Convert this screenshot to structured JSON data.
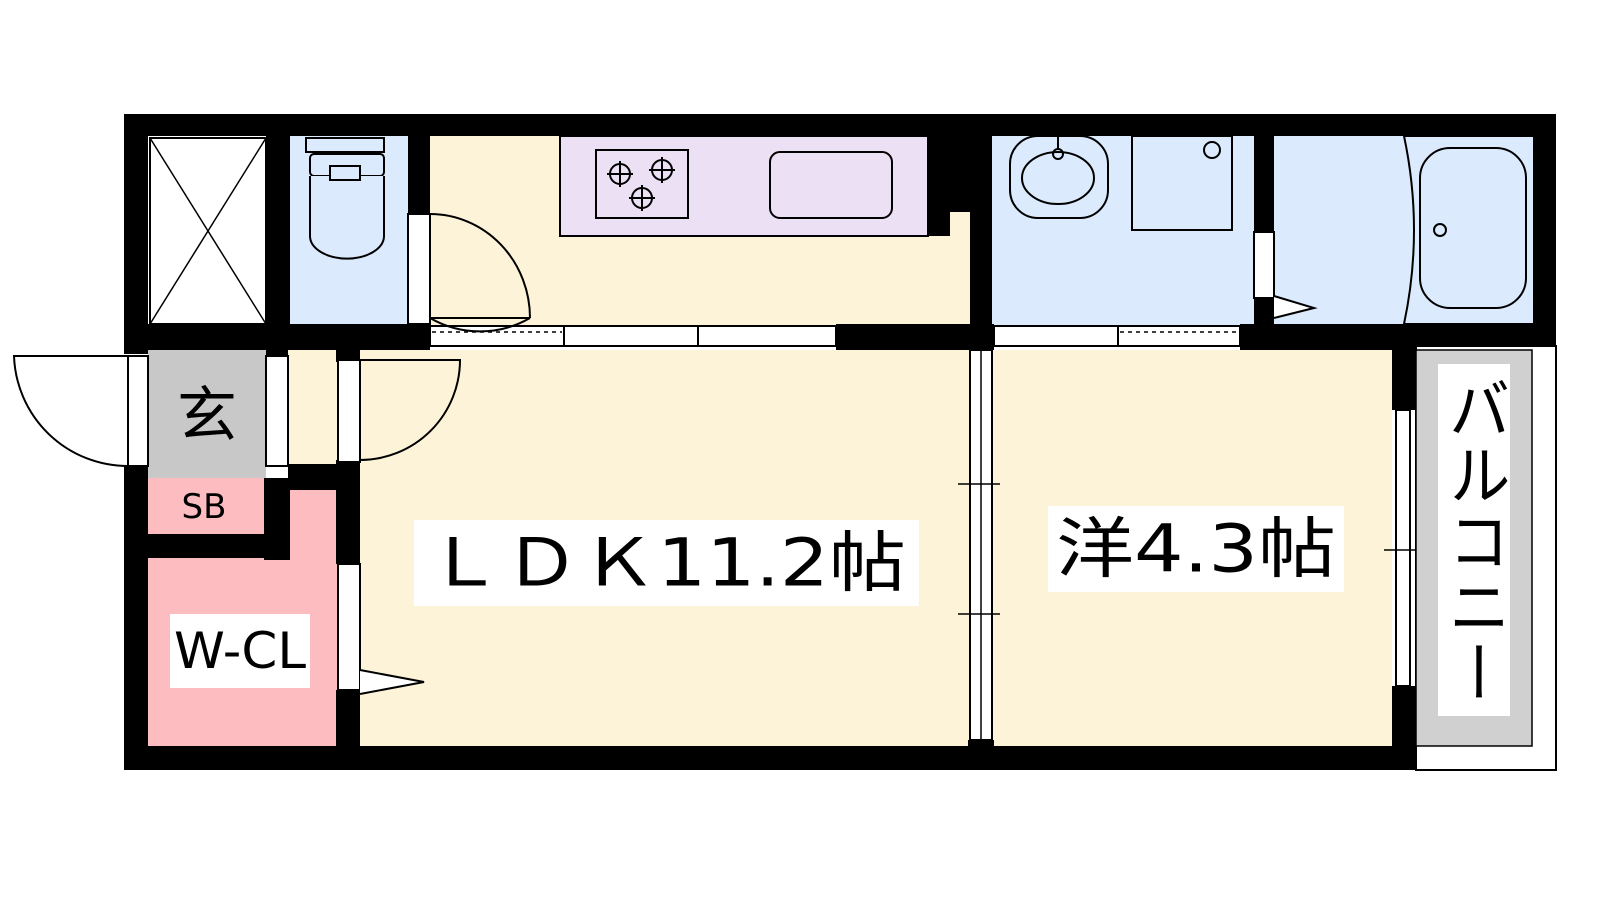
{
  "colors": {
    "wall": "#000000",
    "ldk_floor": "#fdf3d8",
    "wet_area": "#dbeafc",
    "kitchen_counter": "#ece0f4",
    "closet": "#fcbcc0",
    "entrance": "#c8c8c8",
    "balcony": "#d0d0d0",
    "label_bg": "#ffffff"
  },
  "rooms": {
    "ldk": {
      "label": "ＬＤＫ11.2帖"
    },
    "western": {
      "label": "洋4.3帖"
    },
    "entrance": {
      "label": "玄"
    },
    "shoe_box": {
      "label": "SB"
    },
    "walk_in_closet": {
      "label": "W-CL"
    },
    "balcony": {
      "label": "バルコニー"
    }
  },
  "fixtures": {
    "stove": {
      "burners": 3
    },
    "toilet": {
      "icon": "toilet-icon"
    },
    "washbasin": {
      "icon": "washbasin-icon"
    },
    "bathtub": {
      "icon": "bathtub-icon"
    },
    "sink": {
      "icon": "sink-icon"
    }
  }
}
